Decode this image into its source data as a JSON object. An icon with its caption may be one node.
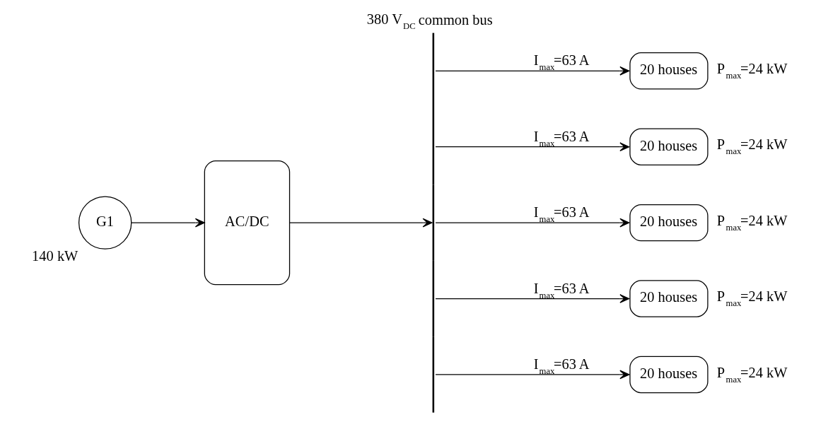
{
  "diagram": {
    "nodes": [
      {
        "text": [
          "G1"
        ],
        "beside": [
          "140 kW"
        ]
      },
      {
        "text": [
          "AC/DC"
        ]
      },
      {
        "text": [
          "380 V$_{DC}$ common bus"
        ]
      },
      {
        "text": [
          "20 houses"
        ],
        "beside": [
          "P$_{max}$=24 kW"
        ]
      },
      {
        "text": [
          "20 houses"
        ],
        "beside": [
          "P$_{max}$=24 kW"
        ]
      },
      {
        "text": [
          "20 houses"
        ],
        "beside": [
          "P$_{max}$=24 kW"
        ]
      },
      {
        "text": [
          "20 houses"
        ],
        "beside": [
          "P$_{max}$=24 kW"
        ]
      },
      {
        "text": [
          "20 houses"
        ],
        "beside": [
          "P$_{max}$=24 kW"
        ]
      }
    ],
    "edges": [
      {
        "from": 0,
        "to": 1,
        "arrow": "to"
      },
      {
        "from": 1,
        "to": 2,
        "arrow": "to"
      },
      {
        "from": 2,
        "to": 3,
        "arrow": "to",
        "label": "I$_{max}$=63 A"
      },
      {
        "from": 2,
        "to": 4,
        "arrow": "to",
        "label": "I$_{max}$=63 A"
      },
      {
        "from": 2,
        "to": 5,
        "arrow": "to",
        "label": "I$_{max}$=63 A"
      },
      {
        "from": 2,
        "to": 6,
        "arrow": "to",
        "label": "I$_{max}$=63 A"
      },
      {
        "from": 2,
        "to": 7,
        "arrow": "to",
        "label": "I$_{max}$=63 A"
      }
    ]
  }
}
